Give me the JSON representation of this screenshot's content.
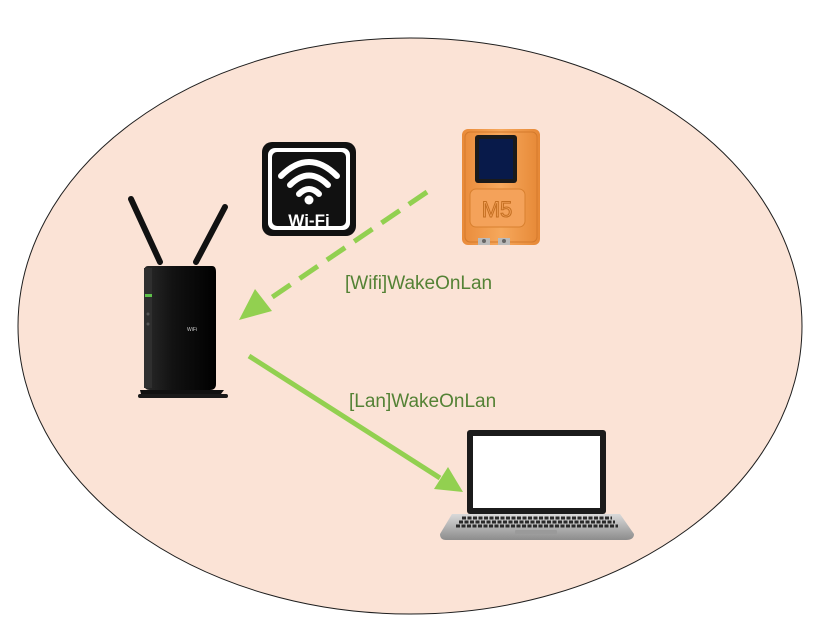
{
  "diagram": {
    "wifi_badge_text": "Wi-Fi",
    "router_label": "WiFi",
    "m5_logo_text": "M5",
    "wifi_link_label": "[Wifi]WakeOnLan",
    "lan_link_label": "[Lan]WakeOnLan"
  },
  "colors": {
    "background": "#ffffff",
    "zone_fill": "#fbe3d6",
    "zone_stroke": "#1e1e1e",
    "arrow_green": "#92d050",
    "label_green": "#548235",
    "m5_orange": "#f09a4a",
    "device_black": "#111111"
  },
  "icons": {
    "router": "wifi-router-icon",
    "wifi": "wifi-signal-icon",
    "m5stick": "m5stick-device-icon",
    "laptop": "laptop-icon"
  }
}
